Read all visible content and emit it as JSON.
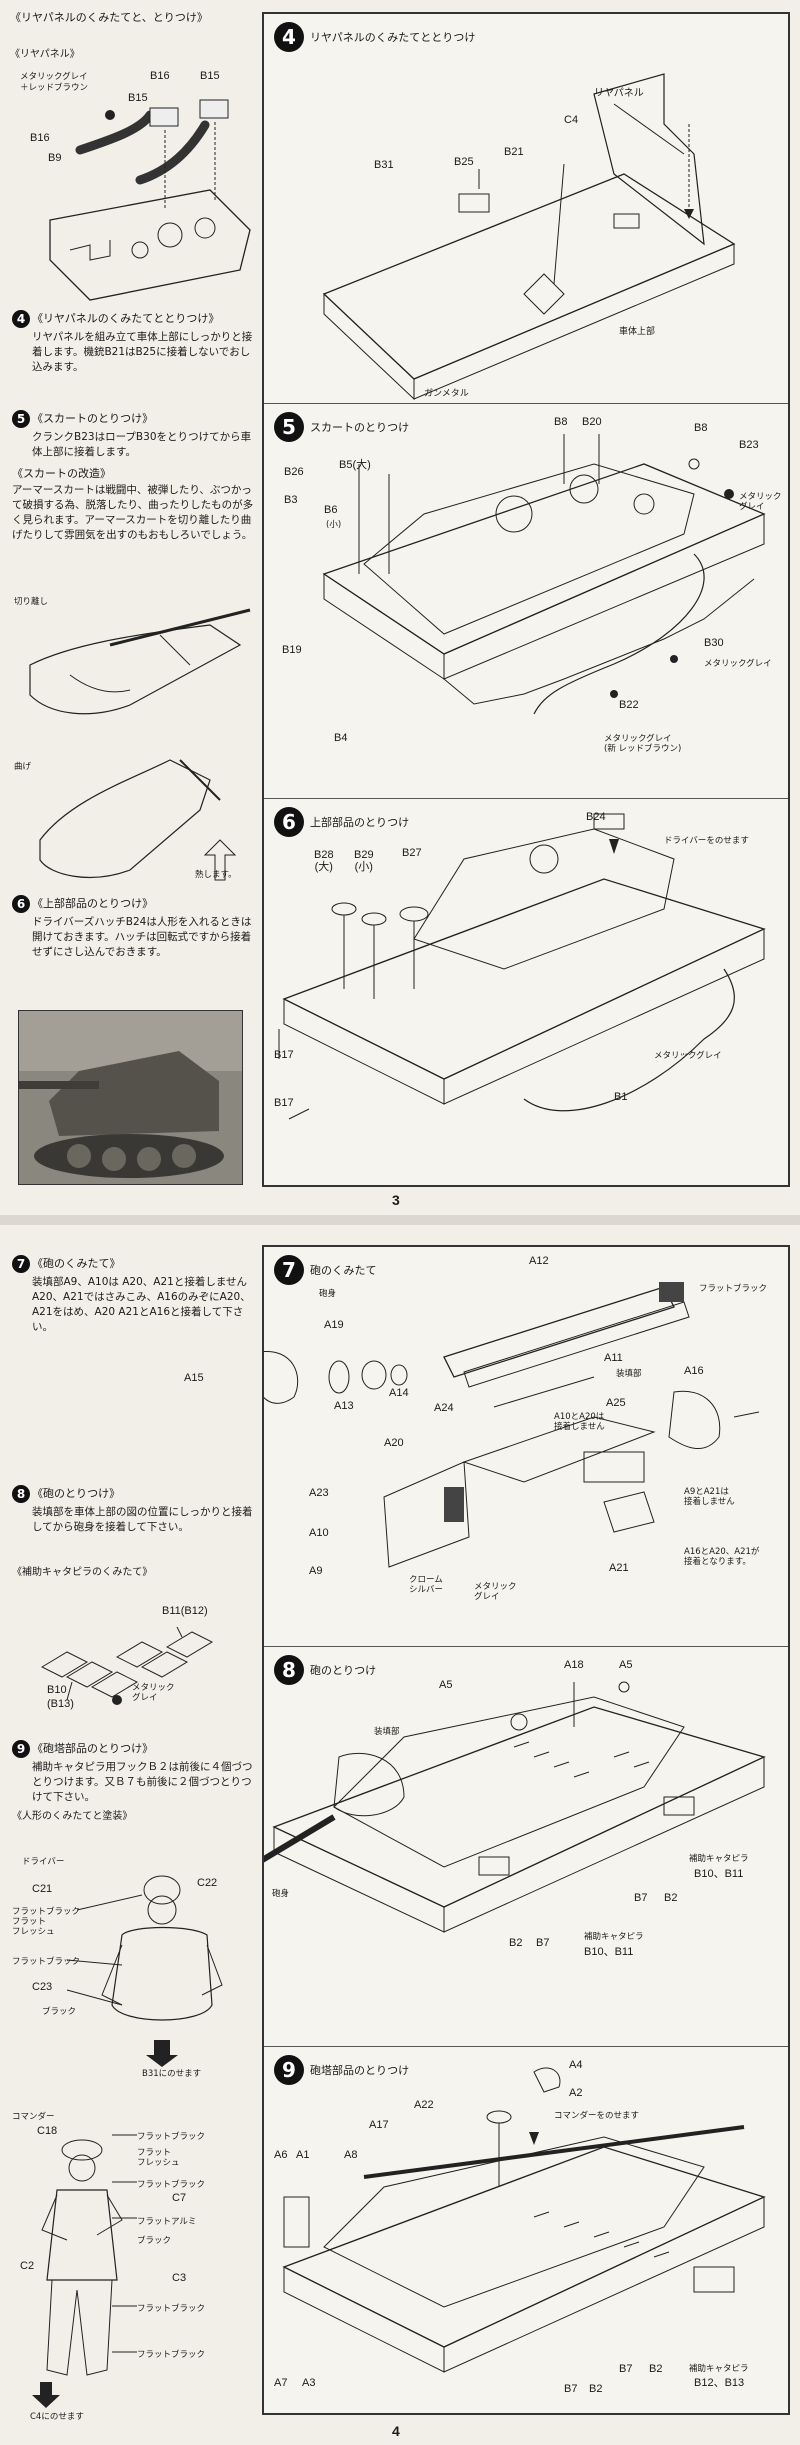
{
  "page3": {
    "number": "3",
    "left": {
      "rear_panel_note": {
        "title": "《リヤパネルのくみたてと、とりつけ》",
        "sub": "《リヤパネル》",
        "paint": "メタリックグレイ\n＋レッドブラウン",
        "parts": [
          "B16",
          "B15",
          "B15",
          "B16",
          "B9"
        ]
      },
      "step4": {
        "num": "4",
        "title": "《リヤパネルのくみたてととりつけ》",
        "text": "リヤパネルを組み立て車体上部にしっかりと接着します。機銃B21はB25に接着しないでおし込みます。"
      },
      "step5": {
        "num": "5",
        "title": "《スカートのとりつけ》",
        "text": "クランクB23はロープB30をとりつけてから車体上部に接着します。"
      },
      "skirt_mod": {
        "title": "《スカートの改造》",
        "text": "アーマースカートは戦闘中、被弾したり、ぶつかって破損する為、脱落したり、曲ったりしたものが多く見られます。アーマースカートを切り離したり曲げたりして雰囲気を出すのもおもしろいでしょう。",
        "cut_label": "切り離し",
        "bend_label": "曲げ",
        "heat_label": "熱します。"
      },
      "step6": {
        "num": "6",
        "title": "《上部部品のとりつけ》",
        "text": "ドライバーズハッチB24は人形を入れるときは開けておきます。ハッチは回転式ですから接着せずにさし込んでおきます。"
      }
    },
    "right": {
      "step4": {
        "num": "4",
        "title": "リヤパネルのくみたてととりつけ",
        "labels": [
          "リヤパネル",
          "C4",
          "B31",
          "B25",
          "B21",
          "車体上部",
          "ガンメタル"
        ]
      },
      "step5": {
        "num": "5",
        "title": "スカートのとりつけ",
        "labels": [
          "B8",
          "B20",
          "B8",
          "B23",
          "B26",
          "B5(大)",
          "B3",
          "B6",
          "(小)",
          "メタリック\nグレイ",
          "B19",
          "B30",
          "メタリックグレイ",
          "B4",
          "B22",
          "メタリックグレイ\n(新 レッドブラウン)"
        ]
      },
      "step6": {
        "num": "6",
        "title": "上部部品のとりつけ",
        "labels": [
          "B24",
          "ドライバーをのせます",
          "B28\n(大)",
          "B29\n(小)",
          "B27",
          "B17",
          "メタリックグレイ",
          "B1",
          "B17"
        ]
      }
    }
  },
  "page4": {
    "number": "4",
    "left": {
      "step7": {
        "num": "7",
        "title": "《砲のくみたて》",
        "text": "装填部A9、A10は A20、A21と接着しません A20、A21ではさみこみ、A16のみぞにA20、A21をはめ、A20 A21とA16と接着して下さい。"
      },
      "step8": {
        "num": "8",
        "title": "《砲のとりつけ》",
        "text": "装填部を車体上部の図の位置にしっかりと接着してから砲身を接着して下さい。"
      },
      "aux_track": {
        "title": "《補助キャタピラのくみたて》",
        "labels": [
          "B11(B12)",
          "B10\n(B13)",
          "メタリック\nグレイ"
        ]
      },
      "step9": {
        "num": "9",
        "title": "《砲塔部品のとりつけ》",
        "text": "補助キャタピラ用フックＢ２は前後に４個づつとりつけます。又Ｂ７も前後に２個づつとりつけて下さい。"
      },
      "figures": {
        "title": "《人形のくみたてと塗装》",
        "driver": "ドライバー",
        "driver_labels": [
          "C21",
          "C22",
          "フラットブラック",
          "フラット\nフレッシュ",
          "フラットブラック",
          "C23",
          "ブラック"
        ],
        "driver_note": "B31にのせます",
        "commander": "コマンダー",
        "commander_labels": [
          "C18",
          "フラットブラック",
          "フラット\nフレッシュ",
          "フラットブラック",
          "C7",
          "フラットアルミ",
          "ブラック",
          "C2",
          "C3",
          "フラットブラック",
          "フラットブラック"
        ],
        "commander_note": "C4にのせます"
      }
    },
    "right": {
      "step7": {
        "num": "7",
        "title": "砲のくみたて",
        "labels": [
          "A12",
          "砲身",
          "フラットブラック",
          "A19",
          "A11",
          "A15",
          "A13",
          "A14",
          "装填部",
          "A16",
          "A24",
          "A25",
          "A10とA20は\n接着しません",
          "A20",
          "A23",
          "A9とA21は\n接着しません",
          "A10",
          "A9",
          "クローム\nシルバー",
          "メタリック\nグレイ",
          "A21",
          "A16とA20、A21が\n接着となります。"
        ]
      },
      "step8": {
        "num": "8",
        "title": "砲のとりつけ",
        "labels": [
          "A18",
          "A5",
          "A5",
          "装填部",
          "B2",
          "B7",
          "B7",
          "B2",
          "補助キャタピラ",
          "B10、B11",
          "補助キャタピラ",
          "B10、B11",
          "砲身"
        ]
      },
      "step9": {
        "num": "9",
        "title": "砲塔部品のとりつけ",
        "labels": [
          "A4",
          "A2",
          "A22",
          "コマンダーをのせます",
          "A17",
          "A6",
          "A1",
          "A8",
          "A7",
          "A3",
          "B7",
          "B2",
          "B7",
          "B2",
          "補助キャタピラ",
          "B12、B13"
        ]
      }
    }
  }
}
